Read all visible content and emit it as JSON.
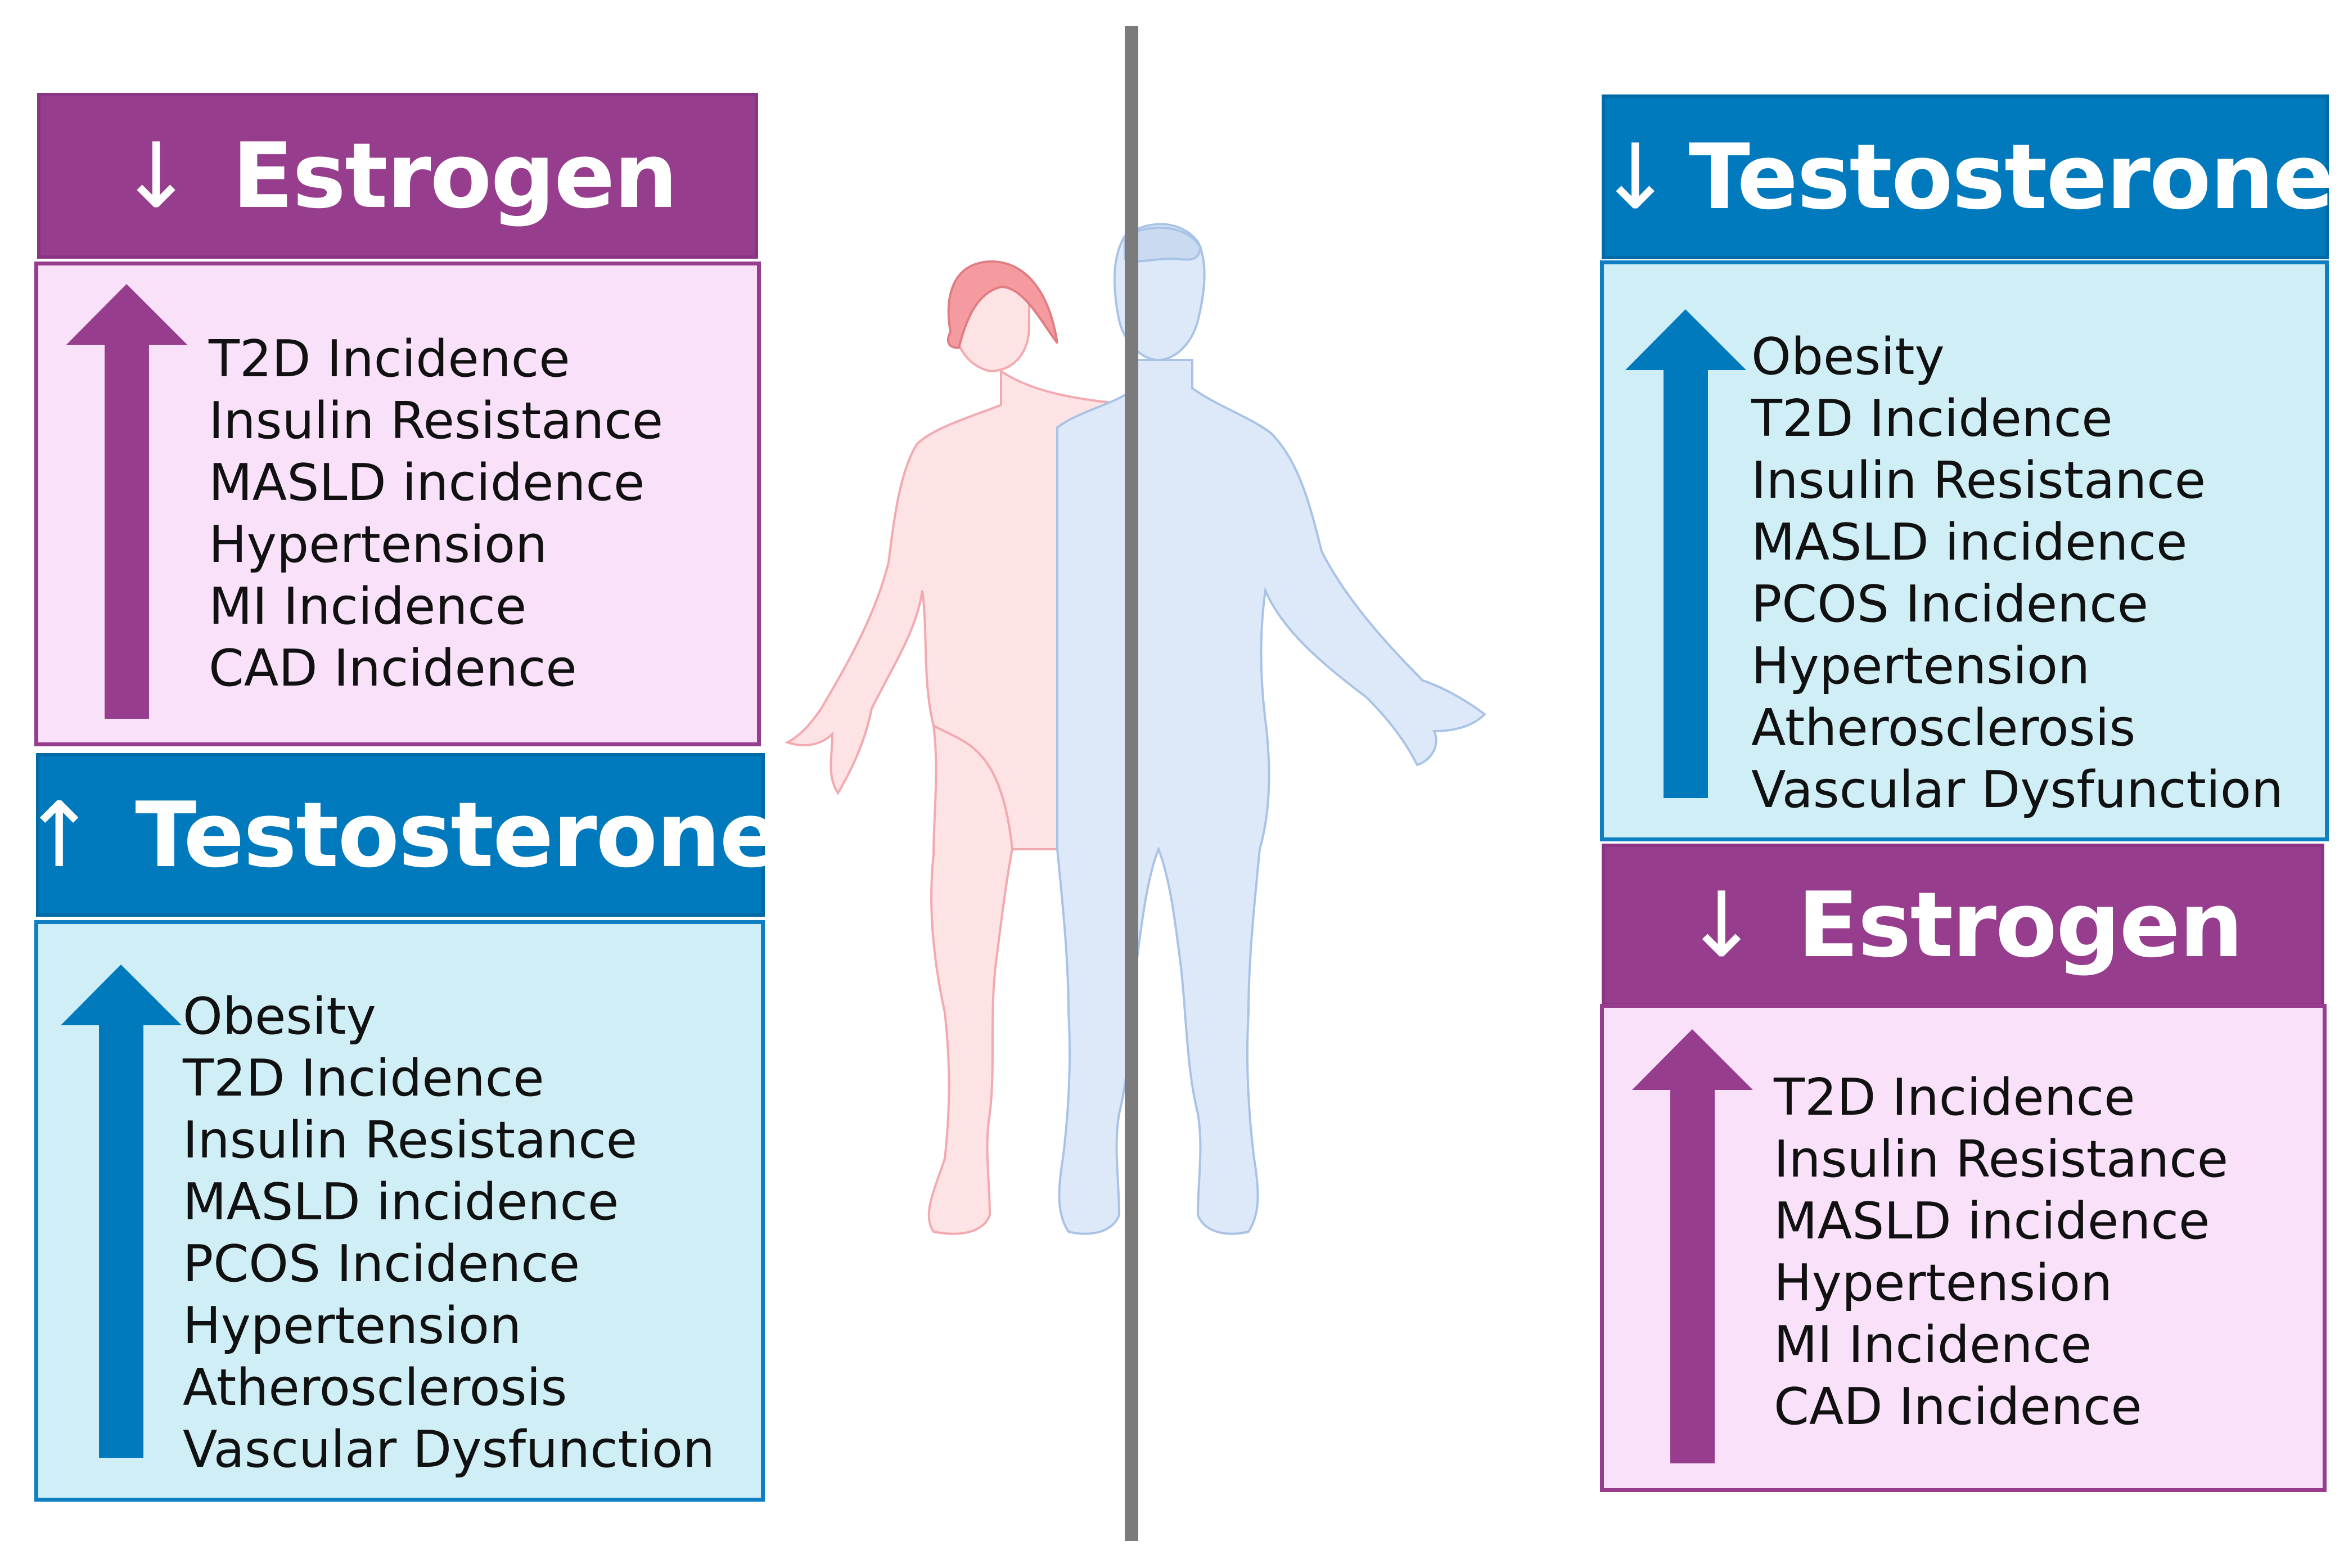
{
  "colors": {
    "estrogen": "#963d8e",
    "estrogen_box": "#f8e1f9",
    "testosterone": "#0079bd",
    "testosterone_box": "#cfeef5",
    "divider": "#7b7b7b",
    "female_figure": "#f9cfd2",
    "male_figure": "#dbe8f7"
  },
  "female": {
    "estrogen": {
      "arrow": "↓",
      "title": "Estrogen",
      "items": [
        "T2D Incidence",
        "Insulin Resistance",
        "MASLD incidence",
        "Hypertension",
        "MI Incidence",
        "CAD Incidence"
      ]
    },
    "testosterone": {
      "arrow": "↑",
      "title": "Testosterone",
      "items": [
        "Obesity",
        "T2D Incidence",
        "Insulin Resistance",
        "MASLD incidence",
        "PCOS Incidence",
        "Hypertension",
        "Atherosclerosis",
        "Vascular Dysfunction"
      ]
    }
  },
  "male": {
    "testosterone": {
      "arrow": "↓",
      "title": "Testosterone",
      "items": [
        "Obesity",
        "T2D Incidence",
        "Insulin Resistance",
        "MASLD incidence",
        "PCOS Incidence",
        "Hypertension",
        "Atherosclerosis",
        "Vascular Dysfunction"
      ]
    },
    "estrogen": {
      "arrow": "↓",
      "title": "Estrogen",
      "items": [
        "T2D Incidence",
        "Insulin Resistance",
        "MASLD incidence",
        "Hypertension",
        "MI Incidence",
        "CAD Incidence"
      ]
    }
  }
}
